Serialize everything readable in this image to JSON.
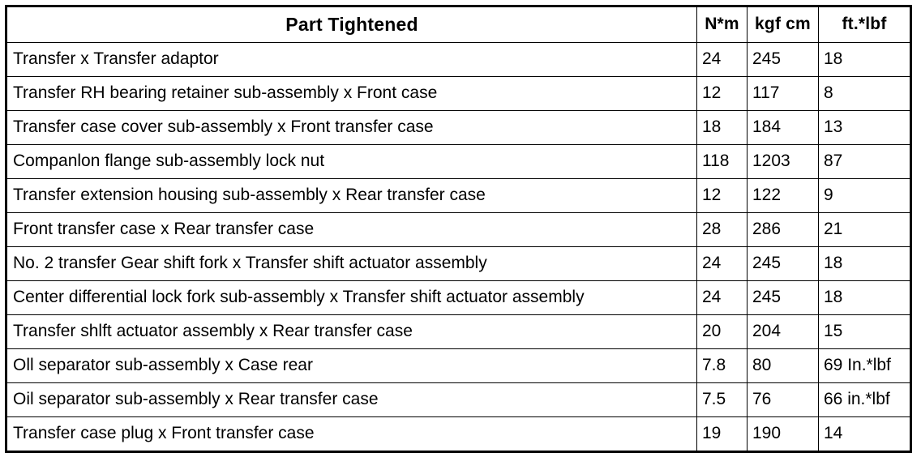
{
  "table": {
    "columns": [
      {
        "key": "part",
        "label": "Part Tightened",
        "align": "center"
      },
      {
        "key": "nm",
        "label": "N*m",
        "align": "center"
      },
      {
        "key": "kgf",
        "label": "kgf cm",
        "align": "center"
      },
      {
        "key": "ftlbf",
        "label": "ft.*lbf",
        "align": "center"
      }
    ],
    "rows": [
      {
        "part": "Transfer x Transfer adaptor",
        "nm": "24",
        "kgf": "245",
        "ftlbf": "18"
      },
      {
        "part": "Transfer RH bearing retainer sub-assembly x Front case",
        "nm": "12",
        "kgf": "117",
        "ftlbf": "8"
      },
      {
        "part": "Transfer case cover sub-assembly x Front transfer case",
        "nm": "18",
        "kgf": "184",
        "ftlbf": "13"
      },
      {
        "part": "Companlon flange sub-assembly lock nut",
        "nm": "118",
        "kgf": "1203",
        "ftlbf": "87"
      },
      {
        "part": "Transfer extension housing sub-assembly x Rear transfer case",
        "nm": "12",
        "kgf": "122",
        "ftlbf": "9"
      },
      {
        "part": "Front transfer case x Rear transfer case",
        "nm": "28",
        "kgf": "286",
        "ftlbf": "21"
      },
      {
        "part": "No. 2 transfer Gear shift fork x Transfer shift actuator assembly",
        "nm": "24",
        "kgf": "245",
        "ftlbf": "18"
      },
      {
        "part": "Center differential lock fork sub-assembly x Transfer shift actuator assembly",
        "nm": "24",
        "kgf": "245",
        "ftlbf": "18"
      },
      {
        "part": "Transfer shlft actuator assembly x Rear transfer case",
        "nm": "20",
        "kgf": "204",
        "ftlbf": "15"
      },
      {
        "part": "Oll separator sub-assembly x Case rear",
        "nm": "7.8",
        "kgf": "80",
        "ftlbf": "69 In.*lbf"
      },
      {
        "part": "Oil separator sub-assembly x Rear transfer case",
        "nm": "7.5",
        "kgf": "76",
        "ftlbf": "66 in.*lbf"
      },
      {
        "part": "Transfer case plug x Front transfer case",
        "nm": "19",
        "kgf": "190",
        "ftlbf": "14"
      }
    ]
  },
  "colors": {
    "border": "#000000",
    "text": "#000000",
    "background": "#ffffff"
  }
}
